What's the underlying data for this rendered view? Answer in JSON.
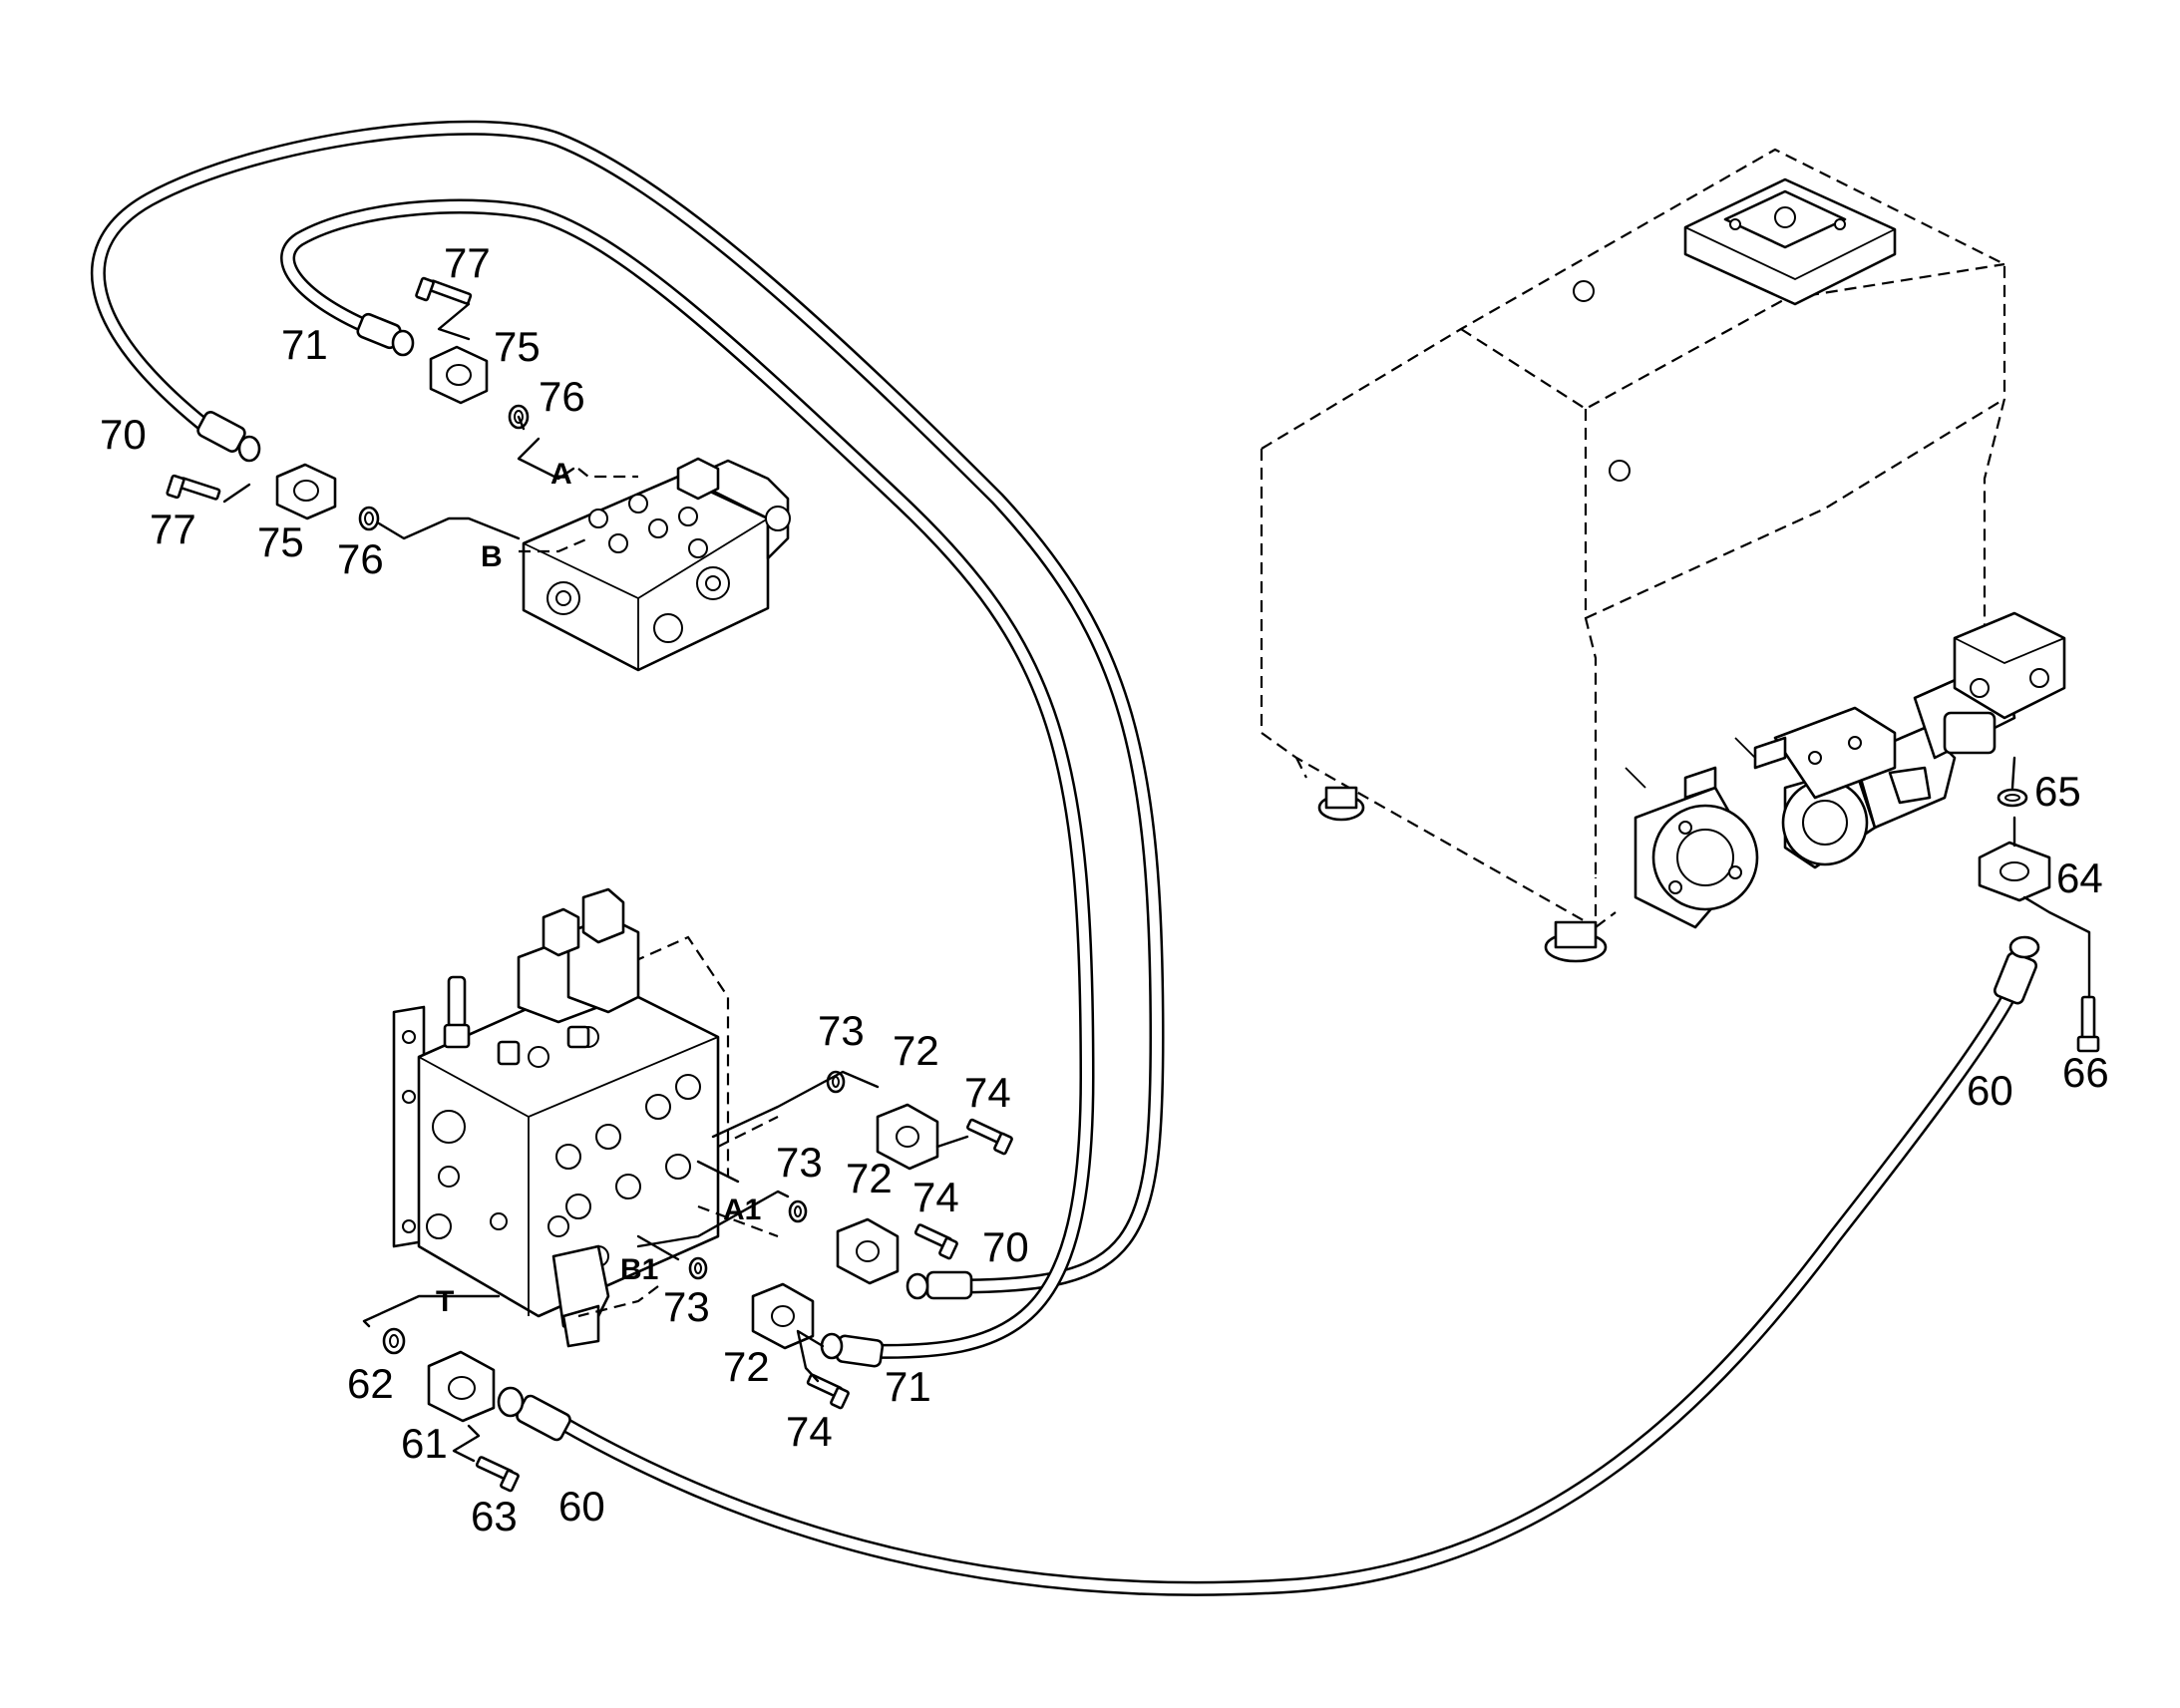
{
  "callouts": {
    "c70_top": "70",
    "c71_top": "71",
    "c77_top": "77",
    "c75_top": "75",
    "c76_top": "76",
    "c77_left": "77",
    "c75_left": "75",
    "c76_left": "76",
    "c73_a": "73",
    "c72_a": "72",
    "c74_a": "74",
    "c73_b": "73",
    "c72_b": "72",
    "c74_b": "74",
    "c70_bottom": "70",
    "c73_c": "73",
    "c72_c": "72",
    "c71_bottom": "71",
    "c74_c": "74",
    "c62": "62",
    "c61": "61",
    "c63": "63",
    "c60_left": "60",
    "c60_right": "60",
    "c65": "65",
    "c64": "64",
    "c66": "66"
  },
  "ports": {
    "a": "A",
    "b": "B",
    "a1": "A1",
    "b1": "B1",
    "t": "T"
  }
}
